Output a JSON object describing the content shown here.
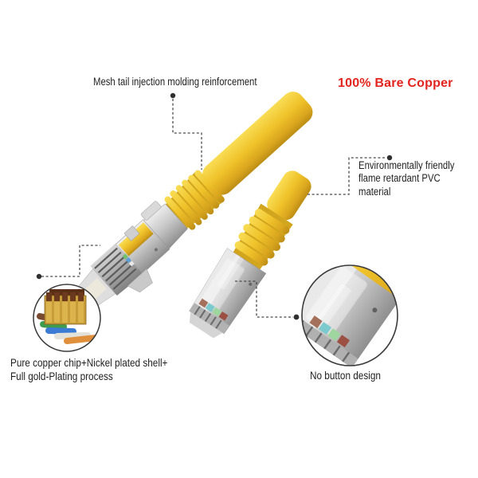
{
  "annotations": {
    "mesh_tail": {
      "label": "Mesh tail injection molding reinforcement"
    },
    "bare_copper": {
      "label": "100% Bare Copper"
    },
    "env_friendly": {
      "lines": [
        "Environmentally friendly",
        "flame retardant PVC",
        "material"
      ]
    },
    "pure_copper": {
      "lines": [
        "Pure copper chip+Nickel plated shell+",
        "Full gold-Plating process"
      ]
    },
    "no_button": {
      "label": "No button design"
    }
  },
  "colors": {
    "background": "#ffffff",
    "accent_red": "#e3241d",
    "cable_yellow": "#efc22a",
    "connector_metal": "#c6c6c6",
    "leader_line": "#4a4a4a",
    "text": "#1f1f1f"
  }
}
